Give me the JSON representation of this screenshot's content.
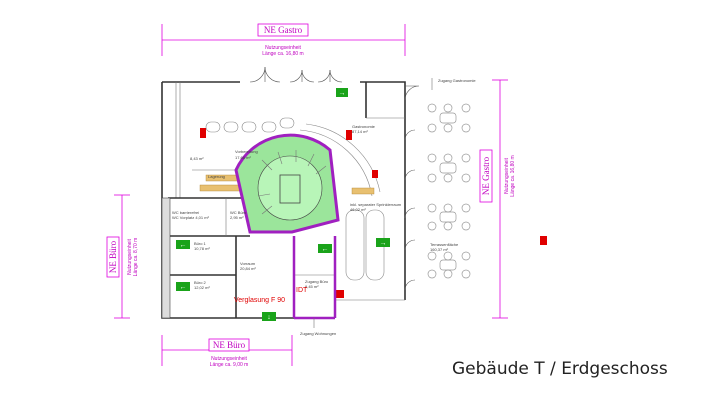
{
  "units": {
    "gastro_top": {
      "name": "NE Gastro",
      "dim_label": "Nutzungseinheit",
      "dim_value": "Länge ca. 16,80 m"
    },
    "gastro_right": {
      "name": "NE Gastro",
      "dim_label": "Nutzungseinheit",
      "dim_value": "Länge ca. 16,80 m"
    },
    "buero_left": {
      "name": "NE Büro",
      "dim_label": "Nutzungseinheit",
      "dim_value": "Länge ca. 8,70 m"
    },
    "buero_bottom": {
      "name": "NE Büro",
      "dim_label": "Nutzungseinheit",
      "dim_value": "Länge ca. 9,00 m"
    }
  },
  "rooms": {
    "gastronomie": {
      "name": "Gastronomie",
      "area": "87,14 m²"
    },
    "vorbereitung": {
      "name": "Vorbereitung",
      "area": "17,68 m²"
    },
    "kiosk": {
      "name": "",
      "area": "8,43 m²"
    },
    "wc_barrierefrei": {
      "name": "WC barrierefrei",
      "area": "WC Vorplatz 4,01 m²"
    },
    "wc_buero": {
      "name": "WC Büro",
      "area": "2,95 m²"
    },
    "buero1": {
      "name": "Büro 1",
      "area": "10,78 m²"
    },
    "buero2": {
      "name": "Büro 2",
      "area": "12,02 m²"
    },
    "vorraum": {
      "name": "Vorraum",
      "area": "20,84 m²"
    },
    "zugang_buero": {
      "name": "Zugang Büro",
      "area": "9,45 m²"
    },
    "terrasse": {
      "name": "Terrassenfläche",
      "area": "160,37 m²"
    },
    "lagerung": {
      "name": "Lagerung",
      "area": ""
    },
    "sprinkler": {
      "name": "inkl. separater Sprinklerraum",
      "area": "46,02 m²"
    }
  },
  "labels": {
    "zugang_gastro": "Zugang Gastronomie",
    "zugang_wohnungen": "Zugang Wohnungen",
    "idt": "IDT",
    "verglasung": "Verglasung F 90"
  },
  "caption": "Gebäude T  / Erdgeschoss",
  "colors": {
    "dimension": "#e000e0",
    "stair": "#a0f0a0",
    "stair_ring": "#a020c0",
    "exit_sign": "#1aa31a",
    "fire_item": "#e00000",
    "counter": "#e8c070"
  }
}
